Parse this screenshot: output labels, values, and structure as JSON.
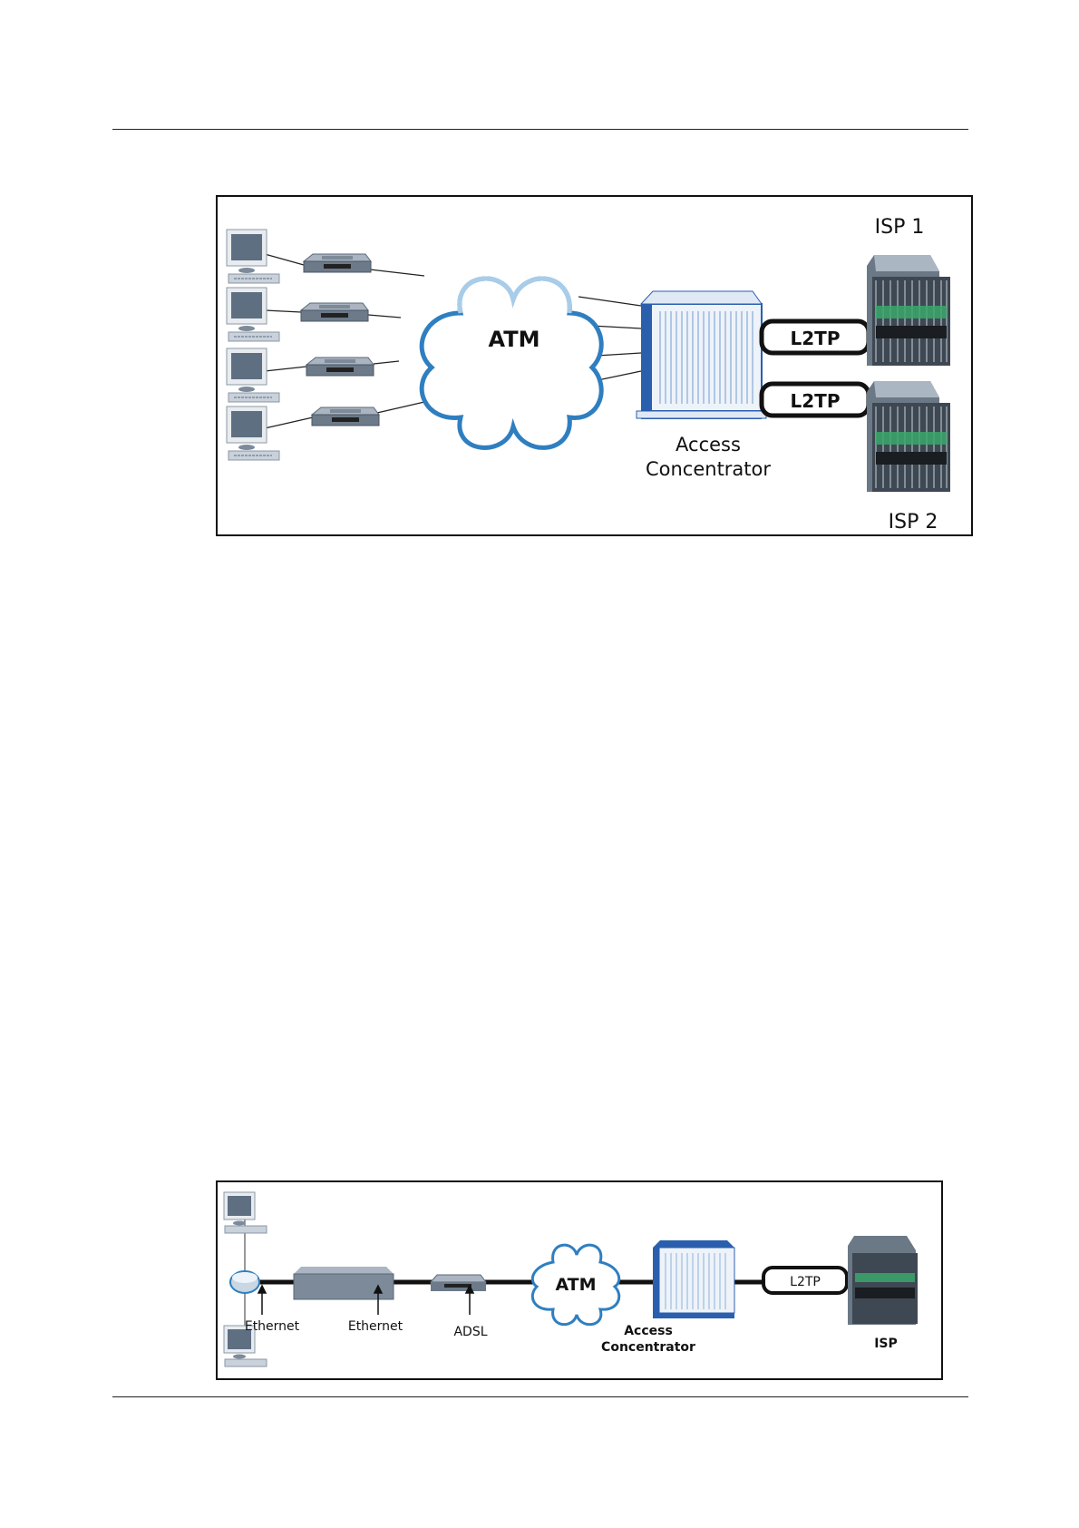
{
  "figure1": {
    "cloud_label": "ATM",
    "tunnel_labels": [
      "L2TP",
      "L2TP"
    ],
    "access_concentrator": [
      "Access",
      "Concentrator"
    ],
    "isp_labels": [
      "ISP 1",
      "ISP 2"
    ]
  },
  "figure2": {
    "cloud_label": "ATM",
    "tunnel_label": "L2TP",
    "link_labels": [
      "Ethernet",
      "Ethernet",
      "ADSL"
    ],
    "access_concentrator": [
      "Access",
      "Concentrator"
    ],
    "isp_label": "ISP"
  },
  "colors": {
    "cloud_edge": "#2f7fc0",
    "concentrator_side": "#2a5fae",
    "device_gray": "#7c8a99",
    "server_green": "#3aa86b"
  }
}
